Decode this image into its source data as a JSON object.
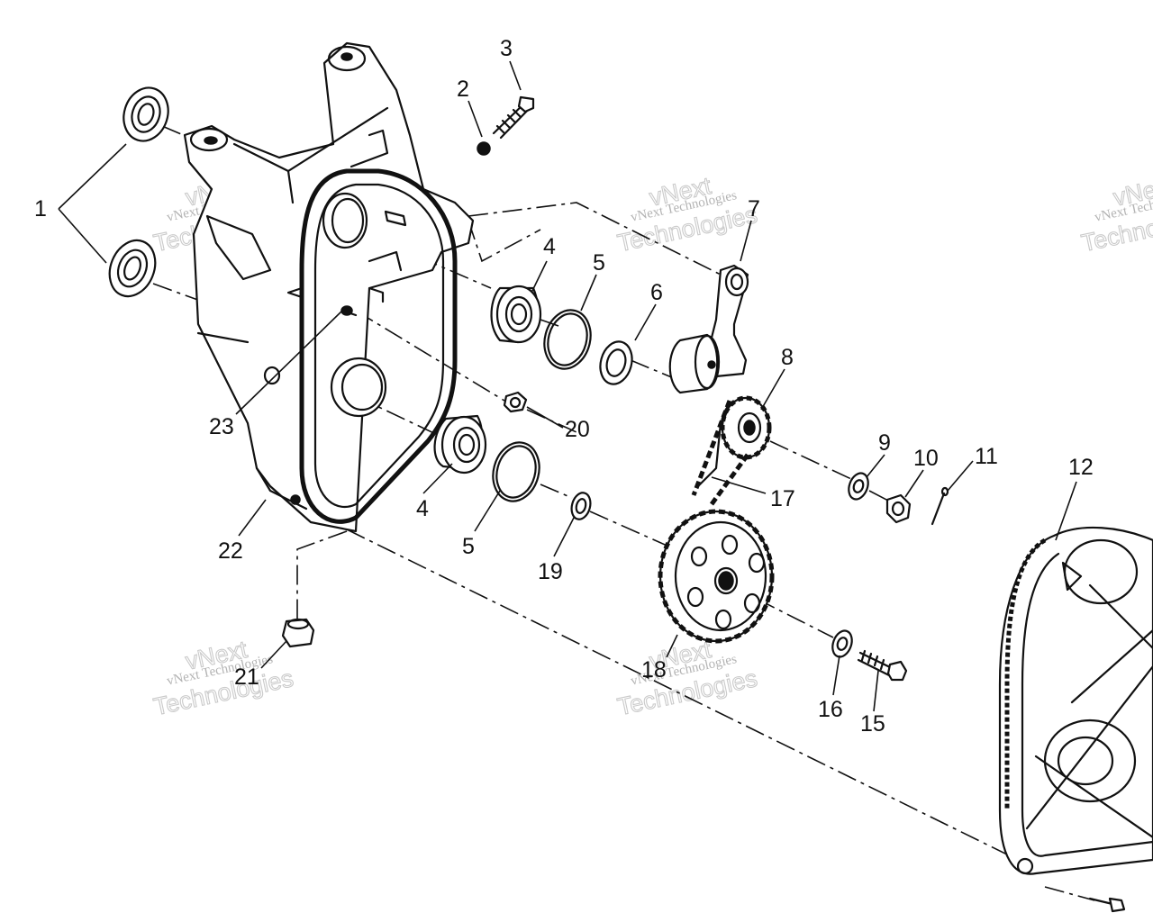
{
  "watermark": {
    "line1": "vNext Technologies",
    "line2": "vNext",
    "line3": "Technologies"
  },
  "callouts": [
    {
      "id": "c1",
      "label": "1"
    },
    {
      "id": "c2",
      "label": "2"
    },
    {
      "id": "c3",
      "label": "3"
    },
    {
      "id": "c4a",
      "label": "4"
    },
    {
      "id": "c5a",
      "label": "5"
    },
    {
      "id": "c6",
      "label": "6"
    },
    {
      "id": "c7",
      "label": "7"
    },
    {
      "id": "c8",
      "label": "8"
    },
    {
      "id": "c9",
      "label": "9"
    },
    {
      "id": "c10",
      "label": "10"
    },
    {
      "id": "c11",
      "label": "11"
    },
    {
      "id": "c12",
      "label": "12"
    },
    {
      "id": "c15",
      "label": "15"
    },
    {
      "id": "c16",
      "label": "16"
    },
    {
      "id": "c17",
      "label": "17"
    },
    {
      "id": "c18",
      "label": "18"
    },
    {
      "id": "c19",
      "label": "19"
    },
    {
      "id": "c20",
      "label": "20"
    },
    {
      "id": "c21",
      "label": "21"
    },
    {
      "id": "c22",
      "label": "22"
    },
    {
      "id": "c23",
      "label": "23"
    },
    {
      "id": "c4b",
      "label": "4"
    },
    {
      "id": "c5b",
      "label": "5"
    }
  ]
}
